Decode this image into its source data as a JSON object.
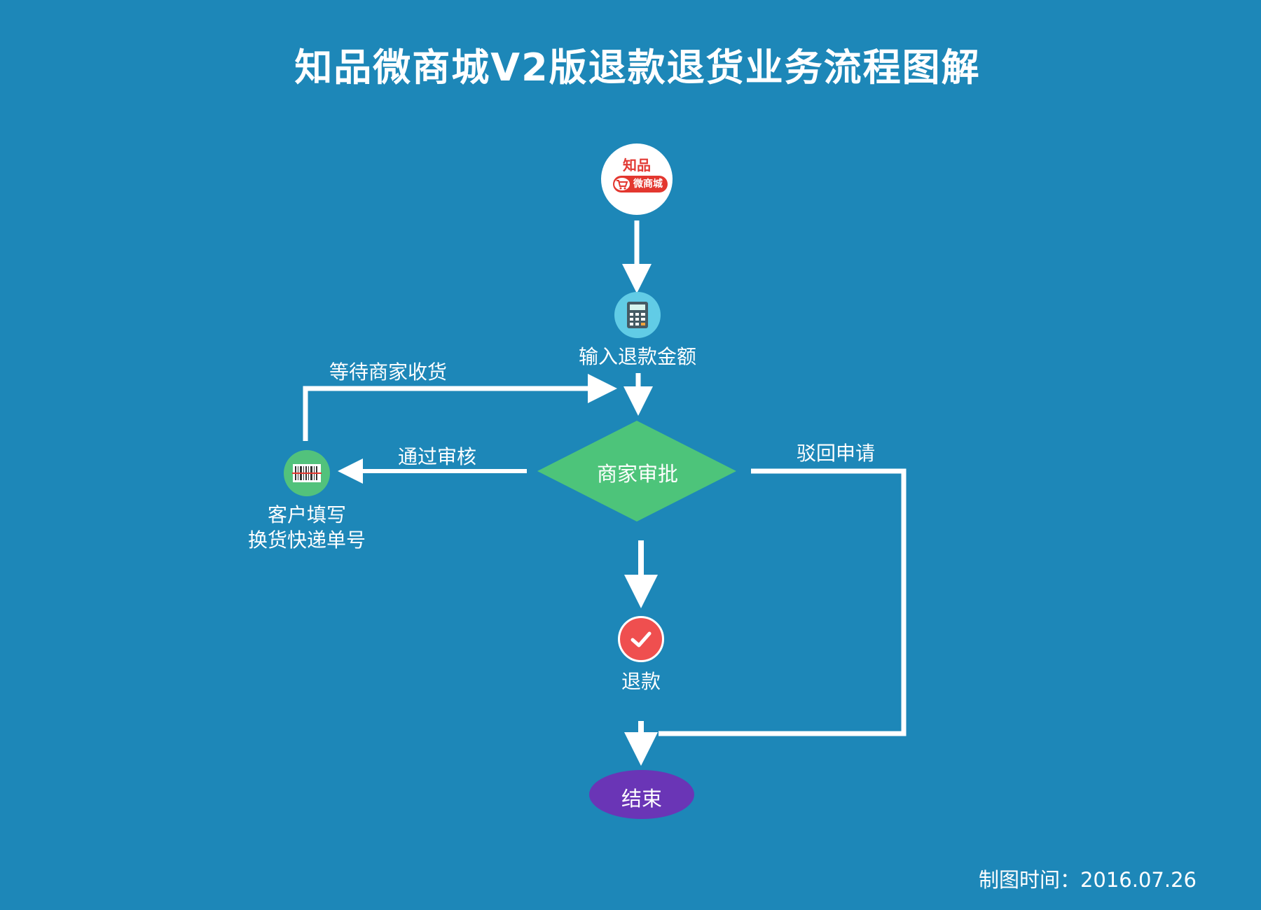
{
  "title": "知品微商城V2版退款退货业务流程图解",
  "logo": {
    "top_text": "知品",
    "badge_text": "微商城"
  },
  "nodes": {
    "input_refund": "输入退款金额",
    "approve": "商家审批",
    "customer_fill_line1": "客户填写",
    "customer_fill_line2": "换货快递单号",
    "refund": "退款",
    "end": "结束"
  },
  "edges": {
    "wait_receive": "等待商家收货",
    "pass_review": "通过审核",
    "reject": "驳回申请"
  },
  "footer": "制图时间：2016.07.26",
  "colors": {
    "background": "#1d87b8",
    "decision": "#4dc47a",
    "calculator": "#61cce6",
    "barcode": "#52c27c",
    "check": "#ef4f4f",
    "end": "#6a35b6",
    "logo_red": "#e3372f"
  },
  "icons": {
    "logo": "zhipin-logo-icon",
    "calculator": "calculator-icon",
    "barcode": "barcode-icon",
    "check": "check-icon"
  }
}
